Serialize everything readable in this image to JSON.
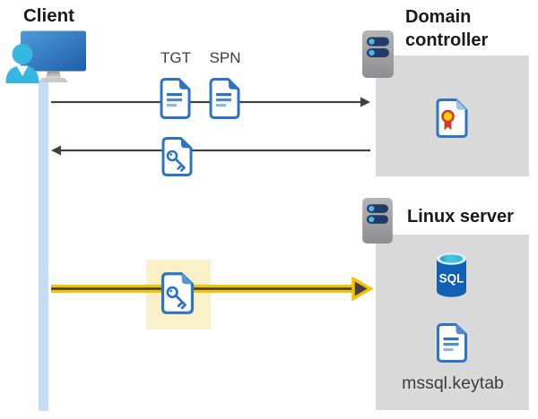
{
  "client": {
    "label": "Client"
  },
  "domain_controller": {
    "label": "Domain controller"
  },
  "linux_server": {
    "label": "Linux server",
    "sql_badge": "SQL",
    "keytab_file": "mssql.keytab"
  },
  "messages": {
    "tgt_label": "TGT",
    "spn_label": "SPN"
  },
  "icons": {
    "client": "user-at-monitor-icon",
    "server": "server-icon",
    "ticket_document": "document-icon",
    "session_key": "key-document-icon",
    "certificate": "certificate-document-icon",
    "database": "sql-database-icon"
  },
  "colors": {
    "panel_gray": "#d9d9d9",
    "doc_blue": "#2e74c4",
    "doc_line_light": "#8cb6e4",
    "accent_yellow": "#f2c300",
    "highlight_yellow": "#faf1c9",
    "lifeline_blue": "#c5dcf6",
    "arrow_dark": "#414144",
    "server_bar_navy": "#203a69",
    "server_dot_cyan": "#4fb8e8",
    "person_cyan": "#35b7e2",
    "monitor_blue": "#2f7cc3",
    "sql_blue": "#1160b4",
    "cert_red": "#d8382c",
    "cert_yellow": "#ffd400"
  }
}
